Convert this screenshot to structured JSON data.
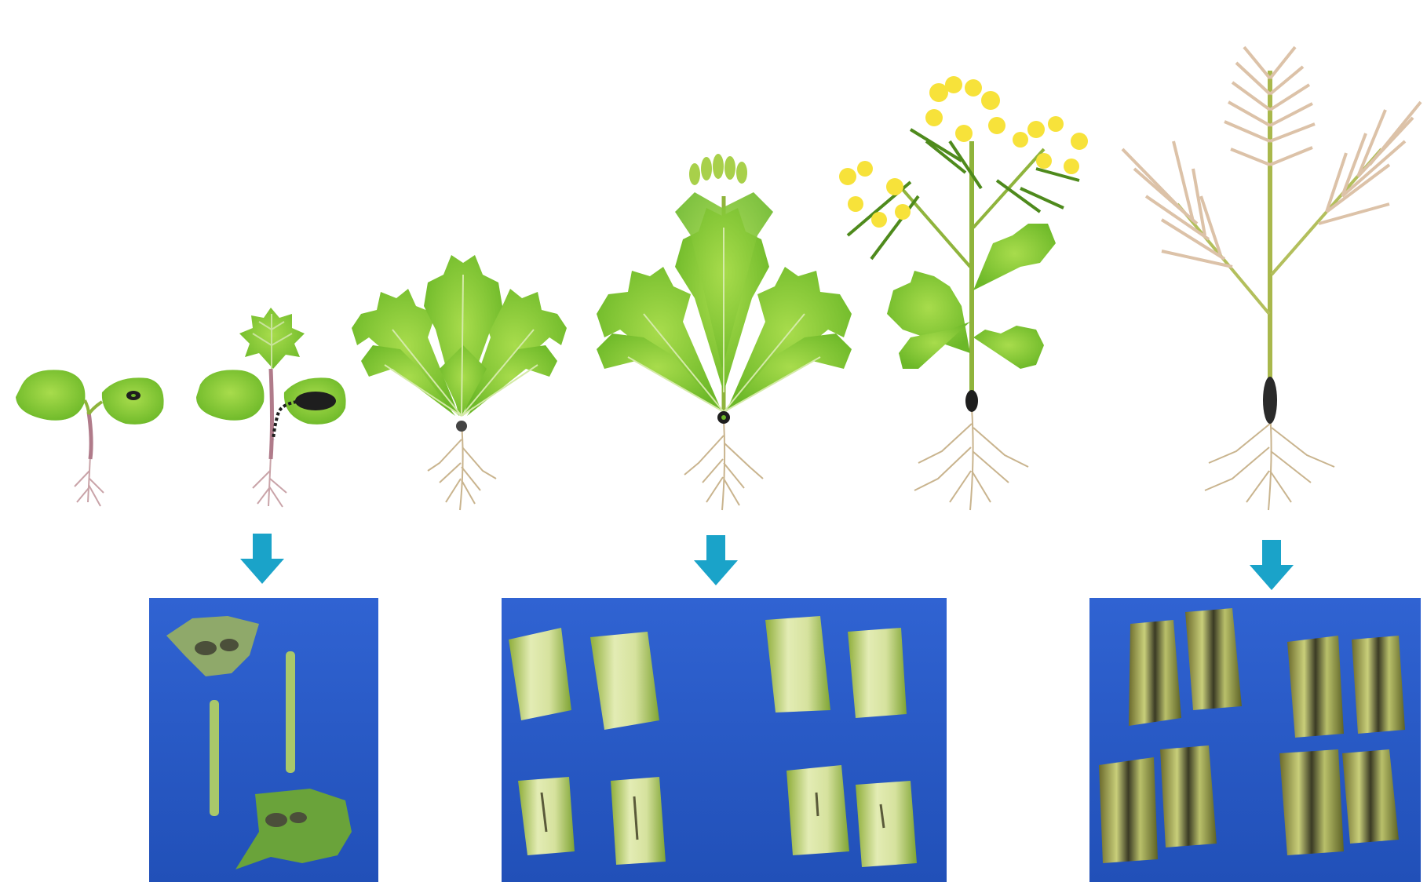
{
  "figure": {
    "description_text": "",
    "stages": [
      {
        "id": "cotyledon",
        "lesion": "cotyledon-spot"
      },
      {
        "id": "seedling",
        "lesion": "petiole-stem-spread"
      },
      {
        "id": "rosette",
        "lesion": "stem-base-dot"
      },
      {
        "id": "bolting",
        "lesion": "stem-base-dot"
      },
      {
        "id": "flowering",
        "lesion": "stem-canker"
      },
      {
        "id": "ripening",
        "lesion": "stem-canker"
      }
    ],
    "photos": [
      {
        "id": "seedling-tissue",
        "background": "blue"
      },
      {
        "id": "early-stem-sections",
        "background": "blue"
      },
      {
        "id": "late-stem-sections",
        "background": "blue"
      }
    ],
    "colors": {
      "leaf": "#7cc52c",
      "leaf_dark": "#5aa51c",
      "vein": "#c8e39a",
      "stem": "#8fb43c",
      "root": "#c9b48e",
      "hypocotyl": "#b07b8a",
      "flower": "#f7e23a",
      "pod_dry": "#dcc2a8",
      "lesion": "#1e1e1e",
      "arrow": "#1aa3c9",
      "photo_bg": "#2b59c9"
    }
  }
}
